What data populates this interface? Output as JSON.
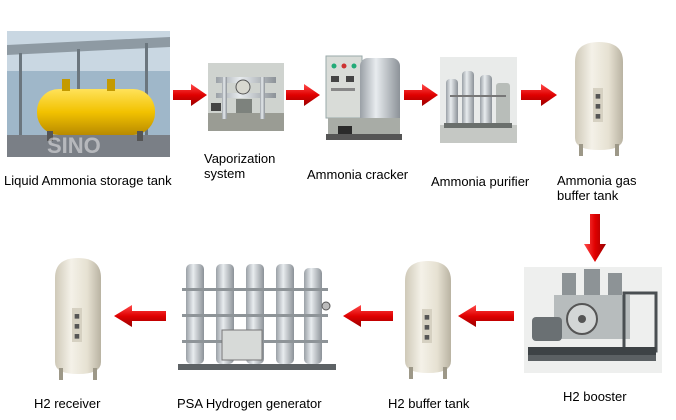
{
  "diagram": {
    "row1": {
      "storage_tank": {
        "label": "Liquid Ammonia storage tank"
      },
      "vaporization": {
        "label_line1": "Vaporization",
        "label_line2": "system"
      },
      "cracker": {
        "label": "Ammonia cracker"
      },
      "purifier": {
        "label": "Ammonia purifier"
      },
      "gas_buffer": {
        "label_line1": "Ammonia gas",
        "label_line2": "buffer tank"
      }
    },
    "row2": {
      "booster": {
        "label": "H2 booster"
      },
      "h2_buffer": {
        "label": "H2 buffer tank"
      },
      "psa": {
        "label": "PSA Hydrogen generator"
      },
      "receiver": {
        "label": "H2 receiver"
      }
    },
    "colors": {
      "arrow": "#ee1111",
      "tank": "#ece8dc",
      "yellow_tank": "#f0c000"
    }
  }
}
